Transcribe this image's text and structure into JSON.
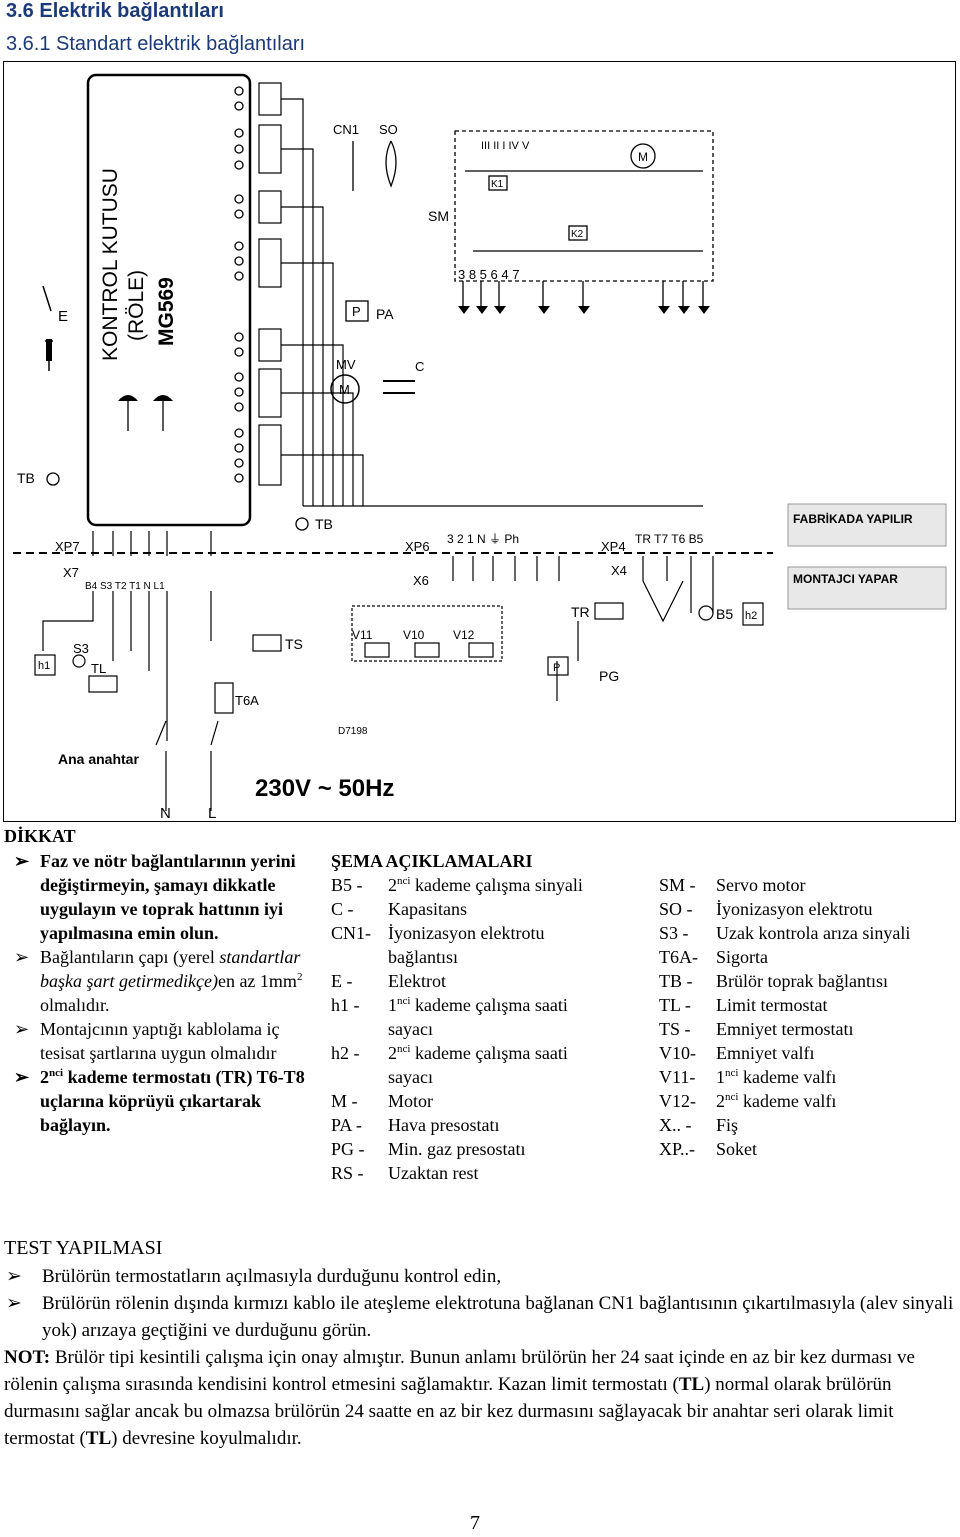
{
  "heading": {
    "section": "3.6 Elektrik bağlantıları",
    "subsection": "3.6.1   Standart elektrik bağlantıları"
  },
  "diagram": {
    "box_title": "KONTROL KUTUSU",
    "box_sub": "(RÖLE)",
    "box_model": "MG569",
    "factory_label": "FABRİKADA YAPILIR",
    "installer_label": "MONTAJCI YAPAR",
    "main_switch": "Ana anahtar",
    "supply": "230V ~ 50Hz",
    "drawing_no": "D7198",
    "labels": {
      "cn1": "CN1",
      "so": "SO",
      "sm": "SM",
      "k1": "K1",
      "k2": "K2",
      "m": "M",
      "e": "E",
      "tb": "TB",
      "p": "P",
      "pa": "PA",
      "mv": "MV",
      "c": "C",
      "xp7": "XP7",
      "x7": "X7",
      "xp6": "XP6",
      "x6": "X6",
      "xp4": "XP4",
      "x4": "X4",
      "s3": "S3",
      "tl": "TL",
      "h1": "h1",
      "ts": "TS",
      "t6a": "T6A",
      "n": "N",
      "l": "L",
      "v11": "V11",
      "v10": "V10",
      "v12": "V12",
      "pg": "PG",
      "tr": "TR",
      "b5": "B5",
      "h2": "h2",
      "x7_terminals": "B4 S3 T2 T1 N   L1",
      "xp6_terminals": "3  2  1  N  ⏚  Ph",
      "xp4_terminals": "TR T7 T6 B5",
      "sm_terminals": "3  8  5     6  4  7",
      "roman": "III   II  I   IV   V"
    }
  },
  "warning": {
    "title": "DİKKAT",
    "items": [
      {
        "bold": "Faz ve nötr bağlantılarının yerini değiştirmeyin, şamayı dikkatle uygulayın ve toprak hattının iyi yapılmasına emin olun."
      },
      {
        "normal": "Bağlantıların çapı (yerel ",
        "italic": "standartlar başka şart getirmedikçe)",
        "tail": "en az 1mm",
        "sup": "2",
        "tail2": " olmalıdır."
      },
      {
        "normal": "Montajcının yaptığı kablolama iç tesisat şartlarına uygun olmalıdır"
      },
      {
        "pre": "2",
        "sup": "nci",
        "bold": " kademe termostatı (TR) T6-T8 uçlarına köprüyü çıkartarak bağlayın."
      }
    ]
  },
  "legend": {
    "title": "ŞEMA AÇIKLAMALARI",
    "left": [
      {
        "code": "B5  -",
        "pre": "2",
        "sup": "nci",
        "text": " kademe çalışma sinyali"
      },
      {
        "code": "C    -",
        "text": "Kapasitans"
      },
      {
        "code": "CN1-",
        "text": "İyonizasyon elektrotu"
      },
      {
        "code": "",
        "text": "bağlantısı"
      },
      {
        "code": "E    -",
        "text": "Elektrot"
      },
      {
        "code": "h1  -",
        "pre": "1",
        "sup": "nci",
        "text": " kademe çalışma saati"
      },
      {
        "code": "",
        "text": "sayacı"
      },
      {
        "code": "h2  -",
        "pre": "2",
        "sup": "nci",
        "text": " kademe çalışma saati"
      },
      {
        "code": "",
        "text": "sayacı"
      },
      {
        "code": "M   -",
        "text": "Motor"
      },
      {
        "code": "PA  -",
        "text": "Hava presostatı"
      },
      {
        "code": "PG  -",
        "text": "Min. gaz presostatı"
      },
      {
        "code": "RS  -",
        "text": "Uzaktan rest"
      }
    ],
    "right": [
      {
        "code": "SM -",
        "text": "Servo motor"
      },
      {
        "code": "SO  -",
        "text": "İyonizasyon elektrotu"
      },
      {
        "code": "S3   -",
        "text": "Uzak kontrola arıza sinyali"
      },
      {
        "code": "T6A-",
        "text": "Sigorta"
      },
      {
        "code": "TB  -",
        "text": "Brülör toprak bağlantısı"
      },
      {
        "code": "TL   -",
        "text": "Limit termostat"
      },
      {
        "code": "TS   -",
        "text": "Emniyet termostatı"
      },
      {
        "code": "V10-",
        "text": "Emniyet valfı"
      },
      {
        "code": "V11-",
        "pre": "1",
        "sup": "nci",
        "text": " kademe valfı"
      },
      {
        "code": "V12-",
        "pre": "2",
        "sup": "nci",
        "text": " kademe valfı"
      },
      {
        "code": "X..  -",
        "text": "Fiş"
      },
      {
        "code": "XP..-",
        "text": "Soket"
      }
    ]
  },
  "test": {
    "title": "TEST YAPILMASI",
    "items": [
      "Brülörün termostatların açılmasıyla durduğunu kontrol edin,",
      "Brülörün rölenin dışında kırmızı kablo ile ateşleme elektrotuna bağlanan CN1 bağlantısının çıkartılmasıyla (alev sinyali yok) arızaya geçtiğini ve durduğunu görün."
    ],
    "note_label": "NOT:",
    "note_a": " Brülör tipi kesintili çalışma için onay almıştır. Bunun anlamı brülörün her 24 saat içinde en az bir kez durması ve rölenin çalışma sırasında kendisini kontrol etmesini sağlamaktır. Kazan limit termostatı (",
    "note_tl1": "TL",
    "note_b": ") normal olarak brülörün durmasını sağlar ancak bu olmazsa brülörün 24 saatte en az bir kez durmasını sağlayacak bir anahtar seri olarak limit termostat (",
    "note_tl2": "TL",
    "note_c": ") devresine koyulmalıdır."
  },
  "page_number": "7",
  "arrow_glyph": "➢"
}
